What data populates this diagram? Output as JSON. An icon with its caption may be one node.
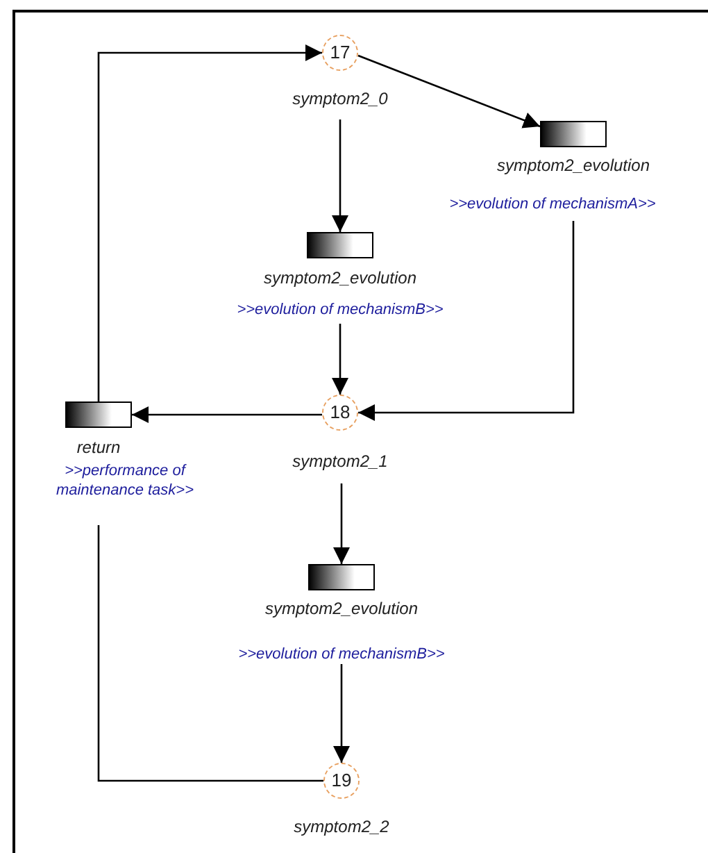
{
  "diagram": {
    "nodes": [
      {
        "text": [
          "17"
        ],
        "beside": [
          "symptom2_0"
        ]
      },
      {
        "text": [],
        "shape": "bar",
        "beside": [
          "symptom2_evolution",
          ">>evolution of mechanismA>>"
        ]
      },
      {
        "text": [],
        "shape": "bar",
        "beside": [
          "symptom2_evolution",
          ">>evolution of mechanismB>>"
        ]
      },
      {
        "text": [
          "18"
        ],
        "beside": [
          "symptom2_1"
        ]
      },
      {
        "text": [],
        "shape": "bar",
        "beside": [
          "return",
          ">>performance of maintenance task>>"
        ]
      },
      {
        "text": [],
        "shape": "bar",
        "beside": [
          "symptom2_evolution",
          ">>evolution of mechanismB>>"
        ]
      },
      {
        "text": [
          "19"
        ],
        "beside": [
          "symptom2_2"
        ]
      }
    ],
    "edges": [
      {
        "from": 0,
        "to": 1,
        "arrow": "to"
      },
      {
        "from": 0,
        "to": 2,
        "arrow": "to"
      },
      {
        "from": 2,
        "to": 3,
        "arrow": "to"
      },
      {
        "from": 1,
        "to": 3,
        "arrow": "to"
      },
      {
        "from": 3,
        "to": 4,
        "arrow": "to"
      },
      {
        "from": 4,
        "to": 0,
        "arrow": "to"
      },
      {
        "from": 3,
        "to": 5,
        "arrow": "to"
      },
      {
        "from": 5,
        "to": 6,
        "arrow": "to"
      },
      {
        "from": 6,
        "to": 4,
        "arrow": "none"
      }
    ]
  }
}
